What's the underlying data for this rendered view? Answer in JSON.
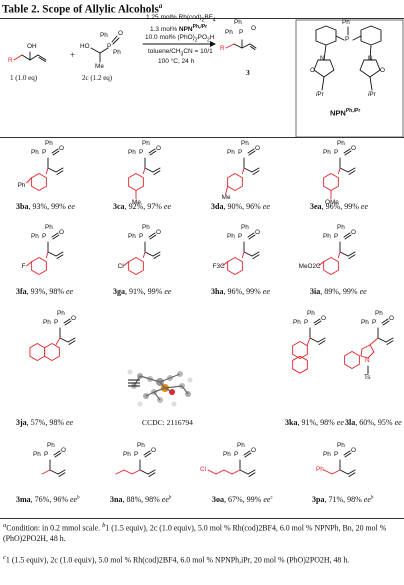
{
  "title": {
    "text": "Table 2. Scope of Allylic Alcohols",
    "sup": "a"
  },
  "scheme": {
    "reagent1_label": "1 (1.0 eq)",
    "reagent2_label": "2c (1.2 eq)",
    "product_label": "3",
    "conditions": [
      "1.25 mol% Rh(cod)2BF4",
      "1.3 mol% NPNPh,iPr",
      "10.0 mol% (PhO)2PO2H",
      "toluene/CH3CN = 10/1",
      "100 °C, 24 h"
    ],
    "ligand_label": "NPNPh,iPr",
    "plus": "+"
  },
  "products": [
    {
      "id": "3ba",
      "yield": "93%",
      "ee": "99%"
    },
    {
      "id": "3ca",
      "yield": "92%",
      "ee": "97%"
    },
    {
      "id": "3da",
      "yield": "90%",
      "ee": "96%"
    },
    {
      "id": "3ea",
      "yield": "96%",
      "ee": "99%"
    },
    {
      "id": "3fa",
      "yield": "93%",
      "ee": "98%"
    },
    {
      "id": "3ga",
      "yield": "91%",
      "ee": "99%"
    },
    {
      "id": "3ha",
      "yield": "96%",
      "ee": "99%"
    },
    {
      "id": "3ia",
      "yield": "89%",
      "ee": "99%"
    },
    {
      "id": "3ja",
      "yield": "57%",
      "ee": "98%"
    },
    {
      "id": "3ka",
      "yield": "91%",
      "ee": "98%"
    },
    {
      "id": "3la",
      "yield": "60%",
      "ee": "95%"
    },
    {
      "id": "3ma",
      "yield": "76%",
      "ee": "96%",
      "sup": "b"
    },
    {
      "id": "3na",
      "yield": "88%",
      "ee": "98%",
      "sup": "b"
    },
    {
      "id": "3oa",
      "yield": "67%",
      "ee": "99%",
      "sup": "c"
    },
    {
      "id": "3pa",
      "yield": "71%",
      "ee": "98%",
      "sup": "b"
    }
  ],
  "ee_word": "ee",
  "ccdc": "CCDC: 2116794",
  "substituents": {
    "ph": "Ph",
    "me": "Me",
    "ome": "OMe",
    "f": "F",
    "cl": "Cl",
    "cf3": "F3C",
    "co2me": "MeO2C",
    "ts": "Ts",
    "n": "N"
  },
  "footnotes": {
    "a": "Condition: in 0.2 mmol scale.",
    "b": "1 (1.5 equiv), 2c (1.0 equiv), 5.0 mol % Rh(cod)2BF4, 6.0 mol % NPNPh, Bn, 20 mol % (PhO)2PO2H, 48 h.",
    "c": "1 (1.5 equiv), 2c (1.0 equiv), 5.0 mol % Rh(cod)2BF4, 6.0 mol % NPNPh,iPr, 20 mol % (PhO)2PO2H, 48 h."
  }
}
